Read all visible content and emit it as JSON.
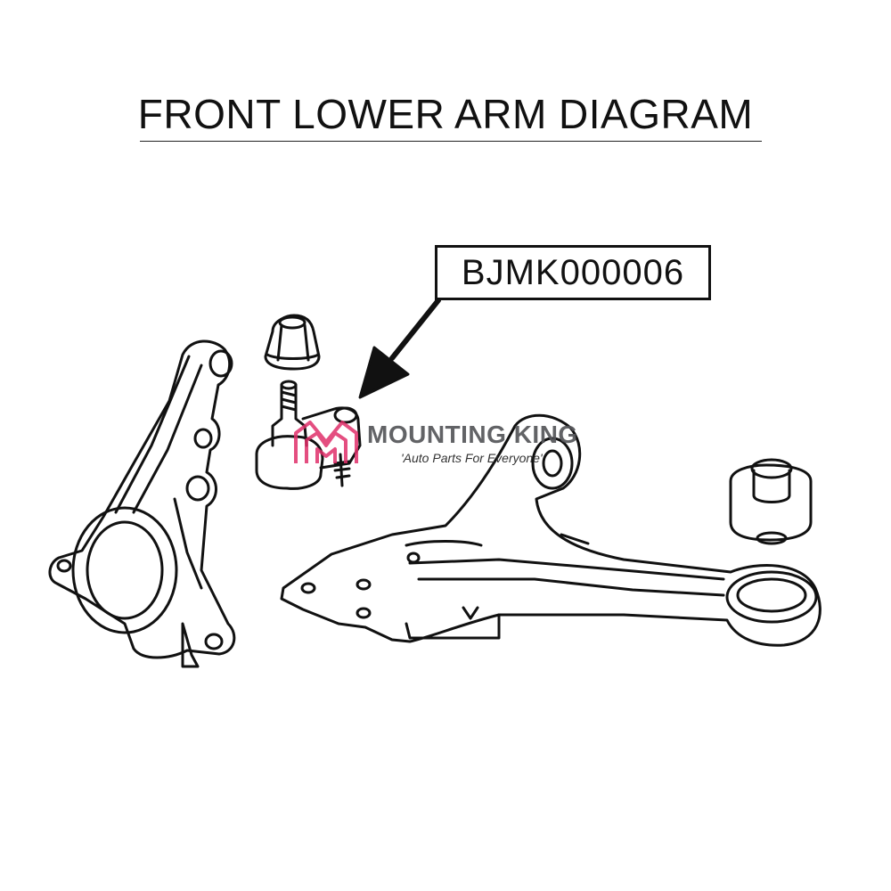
{
  "title": "FRONT LOWER ARM DIAGRAM",
  "callout": {
    "part_number": "BJMK000006"
  },
  "watermark": {
    "brand_name": "MOUNTING KING",
    "tagline": "'Auto Parts For Everyone'",
    "brand_color": "#e0306a",
    "text_color": "#55565a"
  }
}
